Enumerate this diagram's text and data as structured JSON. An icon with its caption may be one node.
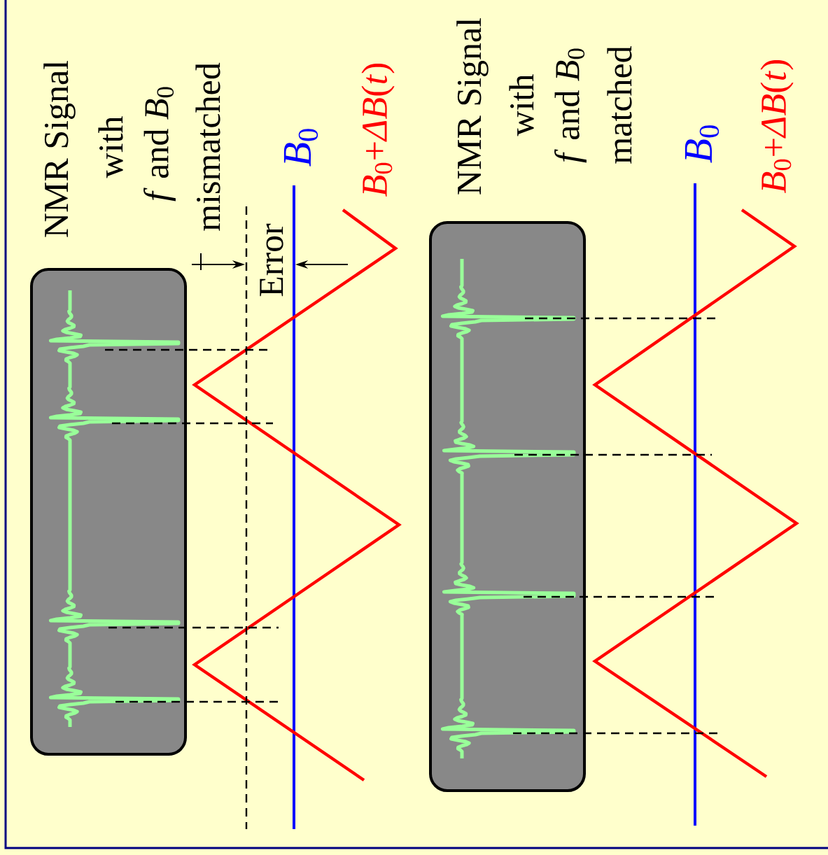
{
  "diagram": {
    "labels": [
      "NMR Signal",
      "with",
      "*f* and *B*$_{0}$",
      "mismatched",
      "Error",
      "*B*$_{0}$",
      "*B*$_{0}$+*ΔB*(*t*)",
      "NMR Signal",
      "with",
      "*f* and *B*$_{0}$",
      "matched",
      "*B*$_{0}$",
      "*B*$_{0}$+*ΔB*(*t*)"
    ]
  }
}
